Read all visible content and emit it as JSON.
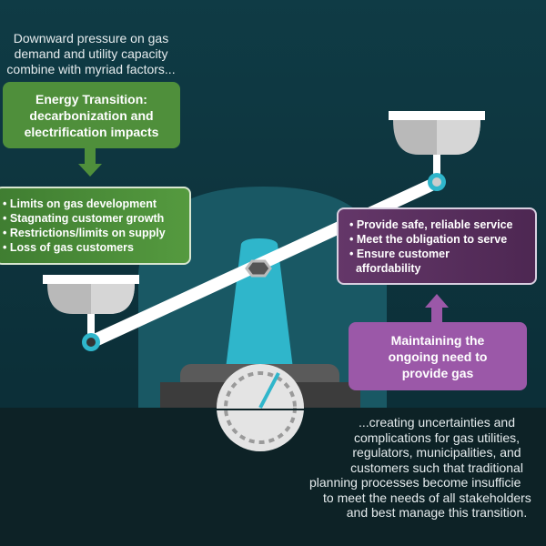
{
  "intro_text": [
    "Downward pressure on gas",
    "demand and utility capacity",
    "combine with myriad factors..."
  ],
  "green_title": [
    "Energy Transition:",
    "decarbonization and",
    "electrification impacts"
  ],
  "green_items": [
    "• Limits on gas development",
    "• Stagnating customer growth",
    "• Restrictions/limits on supply",
    "• Loss of gas customers"
  ],
  "purple_items": [
    "• Provide safe, reliable service",
    "• Meet the obligation to serve",
    "• Ensure customer",
    "  affordability"
  ],
  "purple_title": [
    "Maintaining the",
    "ongoing need to",
    "provide gas"
  ],
  "outro_text": [
    "...creating uncertainties and",
    "complications for gas utilities,",
    "regulators, municipalities, and",
    "customers such that traditional",
    "planning processes become insufficie",
    "to meet the needs of all stakeholders",
    "and best manage this transition."
  ],
  "colors": {
    "green": "#4f8f3b",
    "purple_dark": "#5b2f60",
    "purple_light": "#9b58a8",
    "cyan": "#2fb6cb",
    "bg": "#0f3b45"
  }
}
